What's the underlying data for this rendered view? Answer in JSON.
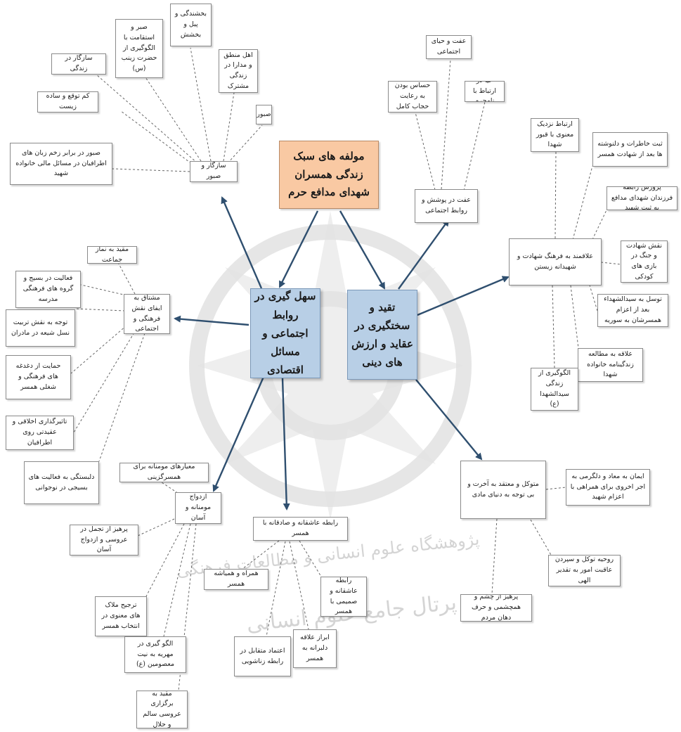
{
  "diagram": {
    "root": "مولفه های سبک زندگی همسران شهدای مدافع حرم",
    "main_branches": [
      "سهل گیری در روابط اجتماعی و مسائل اقتصادی",
      "تقید و سختگیری در عقاید و ارزش های دینی"
    ],
    "subtopics": {
      "sabr": "سازگار و صبور",
      "effat": "عفت در پوشش و روابط اجتماعی",
      "shahadat": "علاقمند به فرهنگ شهادت و شهیدانه زیستن",
      "mota_vakel": "متوکل و معتقد به آخرت و بی توجه به دنیای مادی",
      "ravabet_asheqaneh": "رابطه عاشقانه و صادقانه با همسر",
      "ezdevaj": "ازدواج مومنانه و آسان",
      "farhangi": "مشتاق به ایفای نقش فرهنگی و اجتماعی"
    },
    "leaves": {
      "sabr": [
        "بخشندگی و پیل و بخشش",
        "صبر و استقامت با الگوگیری از حضرت زینب (س)",
        "سازگار در زندگی",
        "اهل منطق و مدارا در زندگی مشترک",
        "کم توقع و ساده زیست",
        "صبور",
        "صبور در برابر زخم زبان های اطرافیان در مسائل مالی خانواده شهید"
      ],
      "effat": [
        "عفت و حیای اجتماعی",
        "حساس بودن به رعایت حجاب کامل",
        "حیا در ارتباط با نامحرم"
      ],
      "shahadat": [
        "ارتباط نزدیک معنوی با قبور شهدا",
        "ثبت خاطرات و دلنوشته ها بعد از شهادت همسر",
        "پرورش رابطه فرزندان شهدای مدافع به ثبت شهید",
        "نقش شهادت و جنگ در بازی های کودکی",
        "توسل به سیدالشهداء بعد از اعزام همسرشان به سوریه",
        "علاقه به مطالعه زندگینامه خانواده شهدا",
        "الگوگیری از زندگی سیدالشهدا (ع)"
      ],
      "mota_vakel": [
        "ایمان به معاد و دلگرمی به اجر اخروی برای همراهی با اعزام شهید",
        "روحیه توکل و سپردن عاقبت امور به تقدیر الهی",
        "پرهیز از چشم و همچشمی و حرف دهان مردم"
      ],
      "ravabet_asheqaneh": [
        "همراه و همیاشه همسر",
        "رابطه عاشقانه و صمیمی با همسر",
        "اعتماد متقابل در رابطه زناشویی",
        "ابراز علاقه دلبرانه به همسر"
      ],
      "ezdevaj": [
        "معیارهای مومنانه برای همسرگزینی",
        "پرهیز از تجمل در عروسی و ازدواج آسان",
        "ترجیح ملاک های معنوی در انتخاب همسر",
        "الگو گیری در مهریه به نیت معصومین (ع)",
        "مقید به برگزاری عروسی سالم و حلال"
      ],
      "farhangi": [
        "مقید به نماز جماعت",
        "فعالیت در بسیج و گروه های فرهنگی مدرسه",
        "توجه به نقش تربیت نسل شیعه در مادران",
        "حمایت از دغدغه های فرهنگی و شغلی همسر",
        "تاثیرگذاری اخلاقی و عقیدتی روی اطرافیان",
        "دلبستگی به فعالیت های بسیجی در نوجوانی"
      ]
    }
  },
  "watermark": {
    "line1": "پژوهشگاه علوم انسانی و مطالعات فرهنگی",
    "line2": "پرتال جامع علوم انسانی"
  },
  "colors": {
    "root_fill": "#f9c9a3",
    "main_fill": "#b8cfe6",
    "arrow": "#2f4f6f",
    "dash": "#666666",
    "watermark": "#d4d4d4"
  }
}
